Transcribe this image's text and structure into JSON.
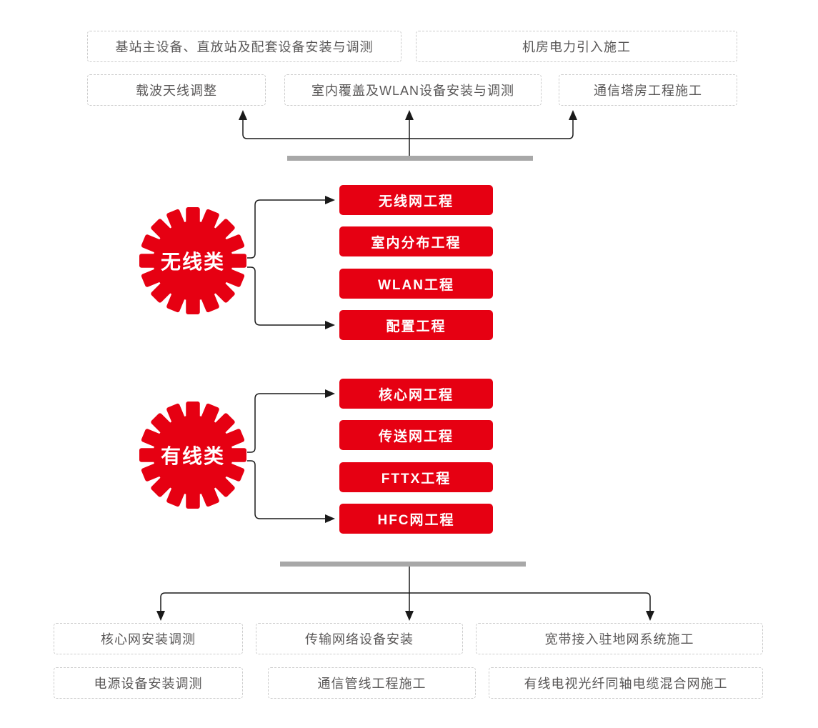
{
  "colors": {
    "red": "#e60012",
    "bar_gray": "#a8a8a8",
    "border_gray": "#cccccc",
    "text_gray": "#595757",
    "line_black": "#1a1a1a"
  },
  "top_boxes": {
    "row1": [
      {
        "label": "基站主设备、直放站及配套设备安装与调测"
      },
      {
        "label": "机房电力引入施工"
      }
    ],
    "row2": [
      {
        "label": "载波天线调整"
      },
      {
        "label": "室内覆盖及WLAN设备安装与调测"
      },
      {
        "label": "通信塔房工程施工"
      }
    ]
  },
  "wireless": {
    "gear_label": "无线类",
    "projects": [
      {
        "label": "无线网工程"
      },
      {
        "label": "室内分布工程"
      },
      {
        "label": "WLAN工程"
      },
      {
        "label": "配置工程"
      }
    ]
  },
  "wired": {
    "gear_label": "有线类",
    "projects": [
      {
        "label": "核心网工程"
      },
      {
        "label": "传送网工程"
      },
      {
        "label": "FTTX工程"
      },
      {
        "label": "HFC网工程"
      }
    ]
  },
  "bottom_boxes": {
    "row1": [
      {
        "label": "核心网安装调测"
      },
      {
        "label": "传输网络设备安装"
      },
      {
        "label": "宽带接入驻地网系统施工"
      }
    ],
    "row2": [
      {
        "label": "电源设备安装调测"
      },
      {
        "label": "通信管线工程施工"
      },
      {
        "label": "有线电视光纤同轴电缆混合网施工"
      }
    ]
  }
}
